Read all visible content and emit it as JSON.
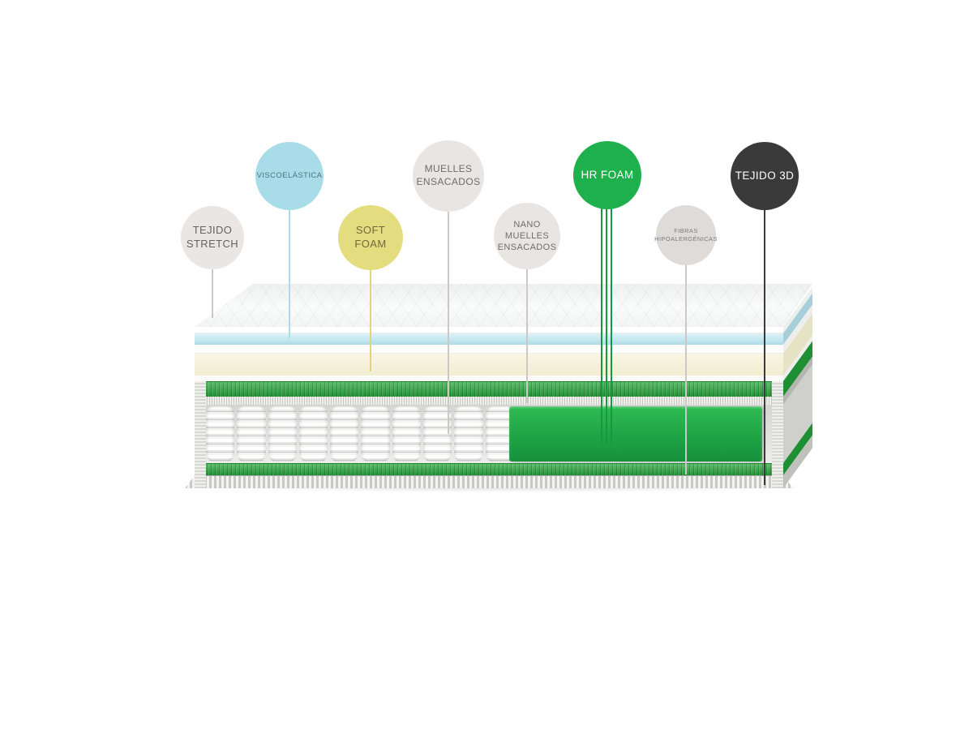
{
  "page": {
    "background": "#ffffff"
  },
  "diagram": {
    "type": "mattress-layers-callout",
    "callouts": [
      {
        "label": "TEJIDO STRETCH",
        "circle_color": "#e9e6e3",
        "text_color": "#636363",
        "line_color": "#cbc8c5"
      },
      {
        "label": "VISCOELÁSTICA",
        "circle_color": "#a8dce8",
        "text_color": "#49757f",
        "line_color": "#a8dce8"
      },
      {
        "label": "SOFT FOAM",
        "circle_color": "#e4dd80",
        "text_color": "#70683a",
        "line_color": "#ded67b"
      },
      {
        "label": "MUELLES ENSACADOS",
        "circle_color": "#e8e5e2",
        "text_color": "#6d6d6d",
        "line_color": "#cbc8c5"
      },
      {
        "label": "NANO MUELLES ENSACADOS",
        "circle_color": "#e8e5e2",
        "text_color": "#6d6d6d",
        "line_color": "#cbc8c5"
      },
      {
        "label": "HR FOAM",
        "circle_color": "#1db04c",
        "text_color": "#ffffff",
        "line_color": "#169a40"
      },
      {
        "label": "FIBRAS HIPOALERGÉNICAS",
        "circle_color": "#dfdbd8",
        "text_color": "#7c7c7c",
        "line_color": "#cbc8c5"
      },
      {
        "label": "TEJIDO 3D",
        "circle_color": "#3a3a3a",
        "text_color": "#ffffff",
        "line_color": "#3a3a3a"
      }
    ],
    "mattress_layers": [
      {
        "name": "tejido-stretch-quilted-top",
        "color": "#f4f5f5"
      },
      {
        "name": "viscoelastica-layer",
        "color": "#bfe4ee"
      },
      {
        "name": "soft-foam-layer",
        "color": "#f6f2da"
      },
      {
        "name": "nano-muelles-layer",
        "color": "#d2d2cf"
      },
      {
        "name": "muelles-ensacados-springs",
        "color": "#ffffff"
      },
      {
        "name": "hr-foam-core",
        "color": "#1fa845"
      },
      {
        "name": "green-border-band",
        "color": "#28a73c"
      },
      {
        "name": "tejido-3d-border",
        "color": "#cfcfcd"
      }
    ]
  }
}
